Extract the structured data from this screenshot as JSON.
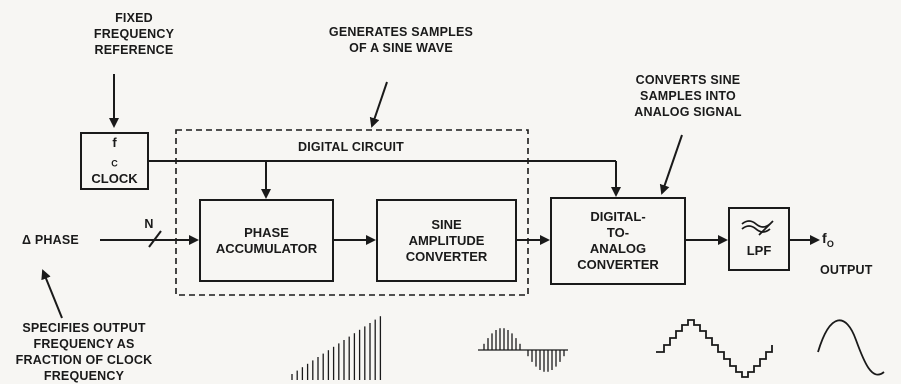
{
  "annotations": {
    "fixed_ref": [
      "FIXED",
      "FREQUENCY",
      "REFERENCE"
    ],
    "generates": [
      "GENERATES SAMPLES",
      "OF A SINE WAVE"
    ],
    "converts": [
      "CONVERTS SINE",
      "SAMPLES INTO",
      "ANALOG SIGNAL"
    ],
    "specifies": [
      "SPECIFIES OUTPUT",
      "FREQUENCY AS",
      "FRACTION OF CLOCK",
      "FREQUENCY"
    ]
  },
  "blocks": {
    "clock": {
      "line1_main": "f",
      "line1_sub": "C",
      "line2": "CLOCK"
    },
    "phase_acc": [
      "PHASE",
      "ACCUMULATOR"
    ],
    "sine_amp": [
      "SINE",
      "AMPLITUDE",
      "CONVERTER"
    ],
    "dac": [
      "DIGITAL-",
      "TO-",
      "ANALOG",
      "CONVERTER"
    ],
    "lpf": {
      "label": "LPF",
      "symbol": "filter-wave-icon"
    }
  },
  "labels": {
    "digital_circuit": "DIGITAL CIRCUIT",
    "delta_phase": "Δ PHASE",
    "bus_width": "N",
    "fo_main": "f",
    "fo_sub": "O",
    "output": "OUTPUT"
  },
  "colors": {
    "ink": "#1a1a1a",
    "paper": "#f7f6f3"
  }
}
